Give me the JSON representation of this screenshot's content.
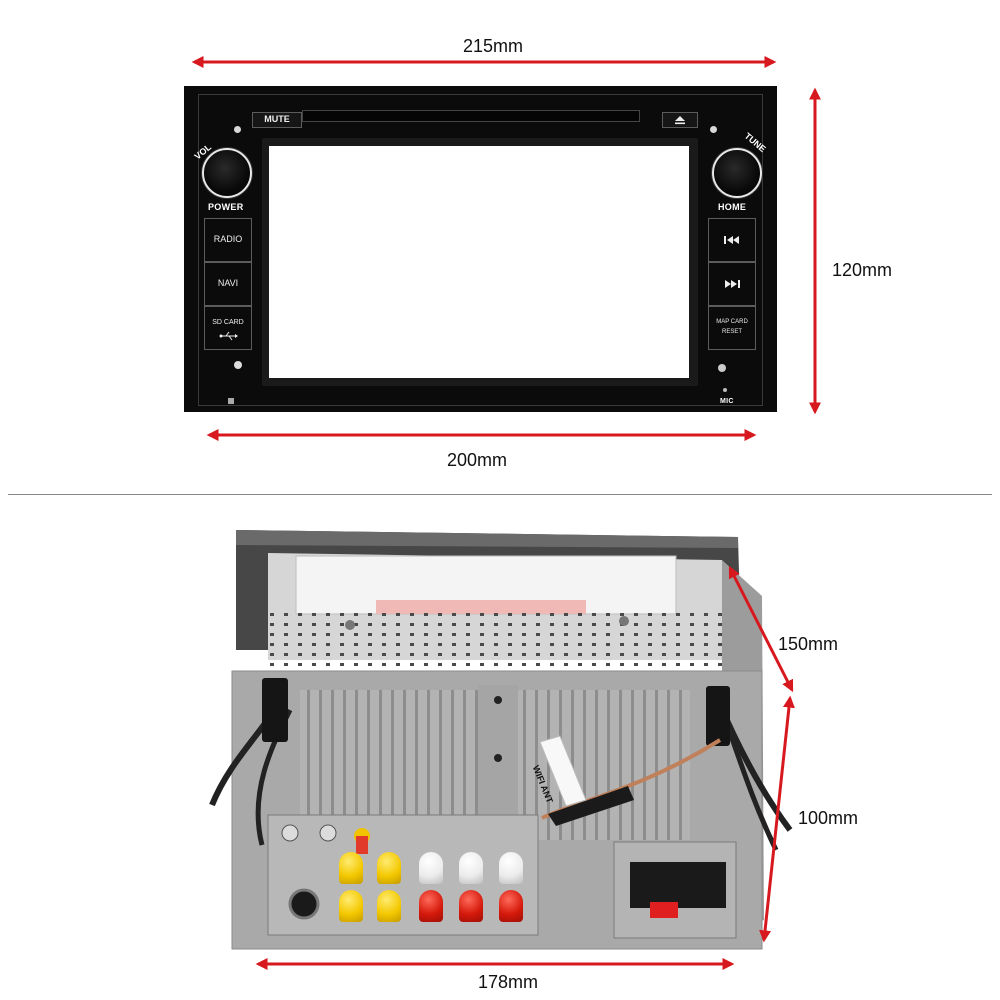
{
  "dimensions": {
    "front_outer_width": "215mm",
    "front_inner_width": "200mm",
    "front_height": "120mm",
    "back_depth": "150mm",
    "back_height": "100mm",
    "back_width": "178mm"
  },
  "front_panel": {
    "vol_label": "VOL",
    "tune_label": "TUNE",
    "mute_label": "MUTE",
    "eject_icon": "eject-icon",
    "power_label": "POWER",
    "home_label": "HOME",
    "radio_label": "RADIO",
    "navi_label": "NAVI",
    "sd_card_label": "SD CARD",
    "usb_icon": "usb-icon",
    "prev_icon": "skip-previous-icon",
    "next_icon": "skip-next-icon",
    "map_card_label": "MAP CARD",
    "reset_label": "RESET",
    "mic_label": "MIC"
  },
  "back_panel": {
    "wifi_ant_label": "WIFI ANT"
  },
  "colors": {
    "arrow": "#d7191f",
    "frame": "#0b0b0b",
    "chassis": "#a9a9a9",
    "rca_yellow": "#f3c800",
    "rca_white": "#ececec",
    "rca_red": "#d51a0c"
  }
}
